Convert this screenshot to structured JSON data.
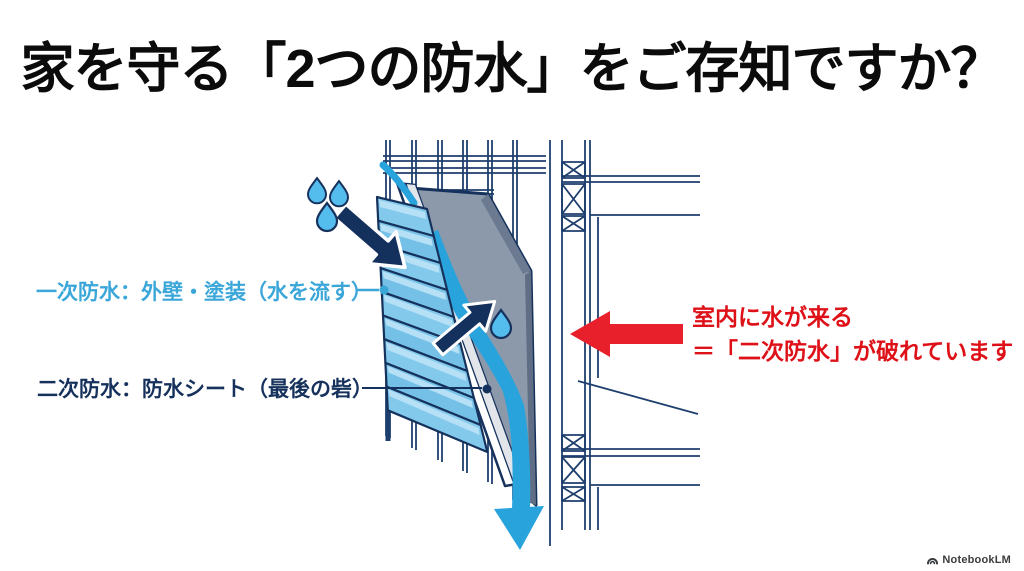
{
  "title": "家を守る「2つの防水」をご存知ですか？",
  "diagram": {
    "primary_label": "一次防水：外壁・塗装（水を流す）",
    "secondary_label": "二次防水：防水シート（最後の砦）",
    "warning_line1": "室内に水が来る",
    "warning_line2": "＝「二次防水」が破れています"
  },
  "watermark": {
    "brand": "NotebookLM"
  },
  "colors": {
    "title_black": "#0b0b0c",
    "primary_label_blue": "#3BA7D9",
    "secondary_label_navy": "#16325C",
    "warning_red": "#DE1118",
    "red_arrow": "#E8202B",
    "navy_outline": "#14305C",
    "framing_line_blue": "#1E3F6E",
    "siding_blue": "#7EC6EA",
    "siding_highlight": "#B5E0F5",
    "sheathing_gray": "#8C99AB",
    "sheathing_shadow": "#6B7A90",
    "water_blue": "#29A3DC",
    "drop_blue": "#55BCEE",
    "sheet_white": "#FFFFFF"
  },
  "icons": {
    "rain-drop-icon": "teardrop",
    "rain-impact-arrow-icon": "thick navy arrow pointing down-right",
    "penetration-arrow-icon": "navy arrow pointing up-right",
    "water-exit-arrow-icon": "light blue arrow pointing down",
    "red-warning-arrow-icon": "red arrow pointing left",
    "notebooklm-logo-icon": "arch glyph"
  }
}
